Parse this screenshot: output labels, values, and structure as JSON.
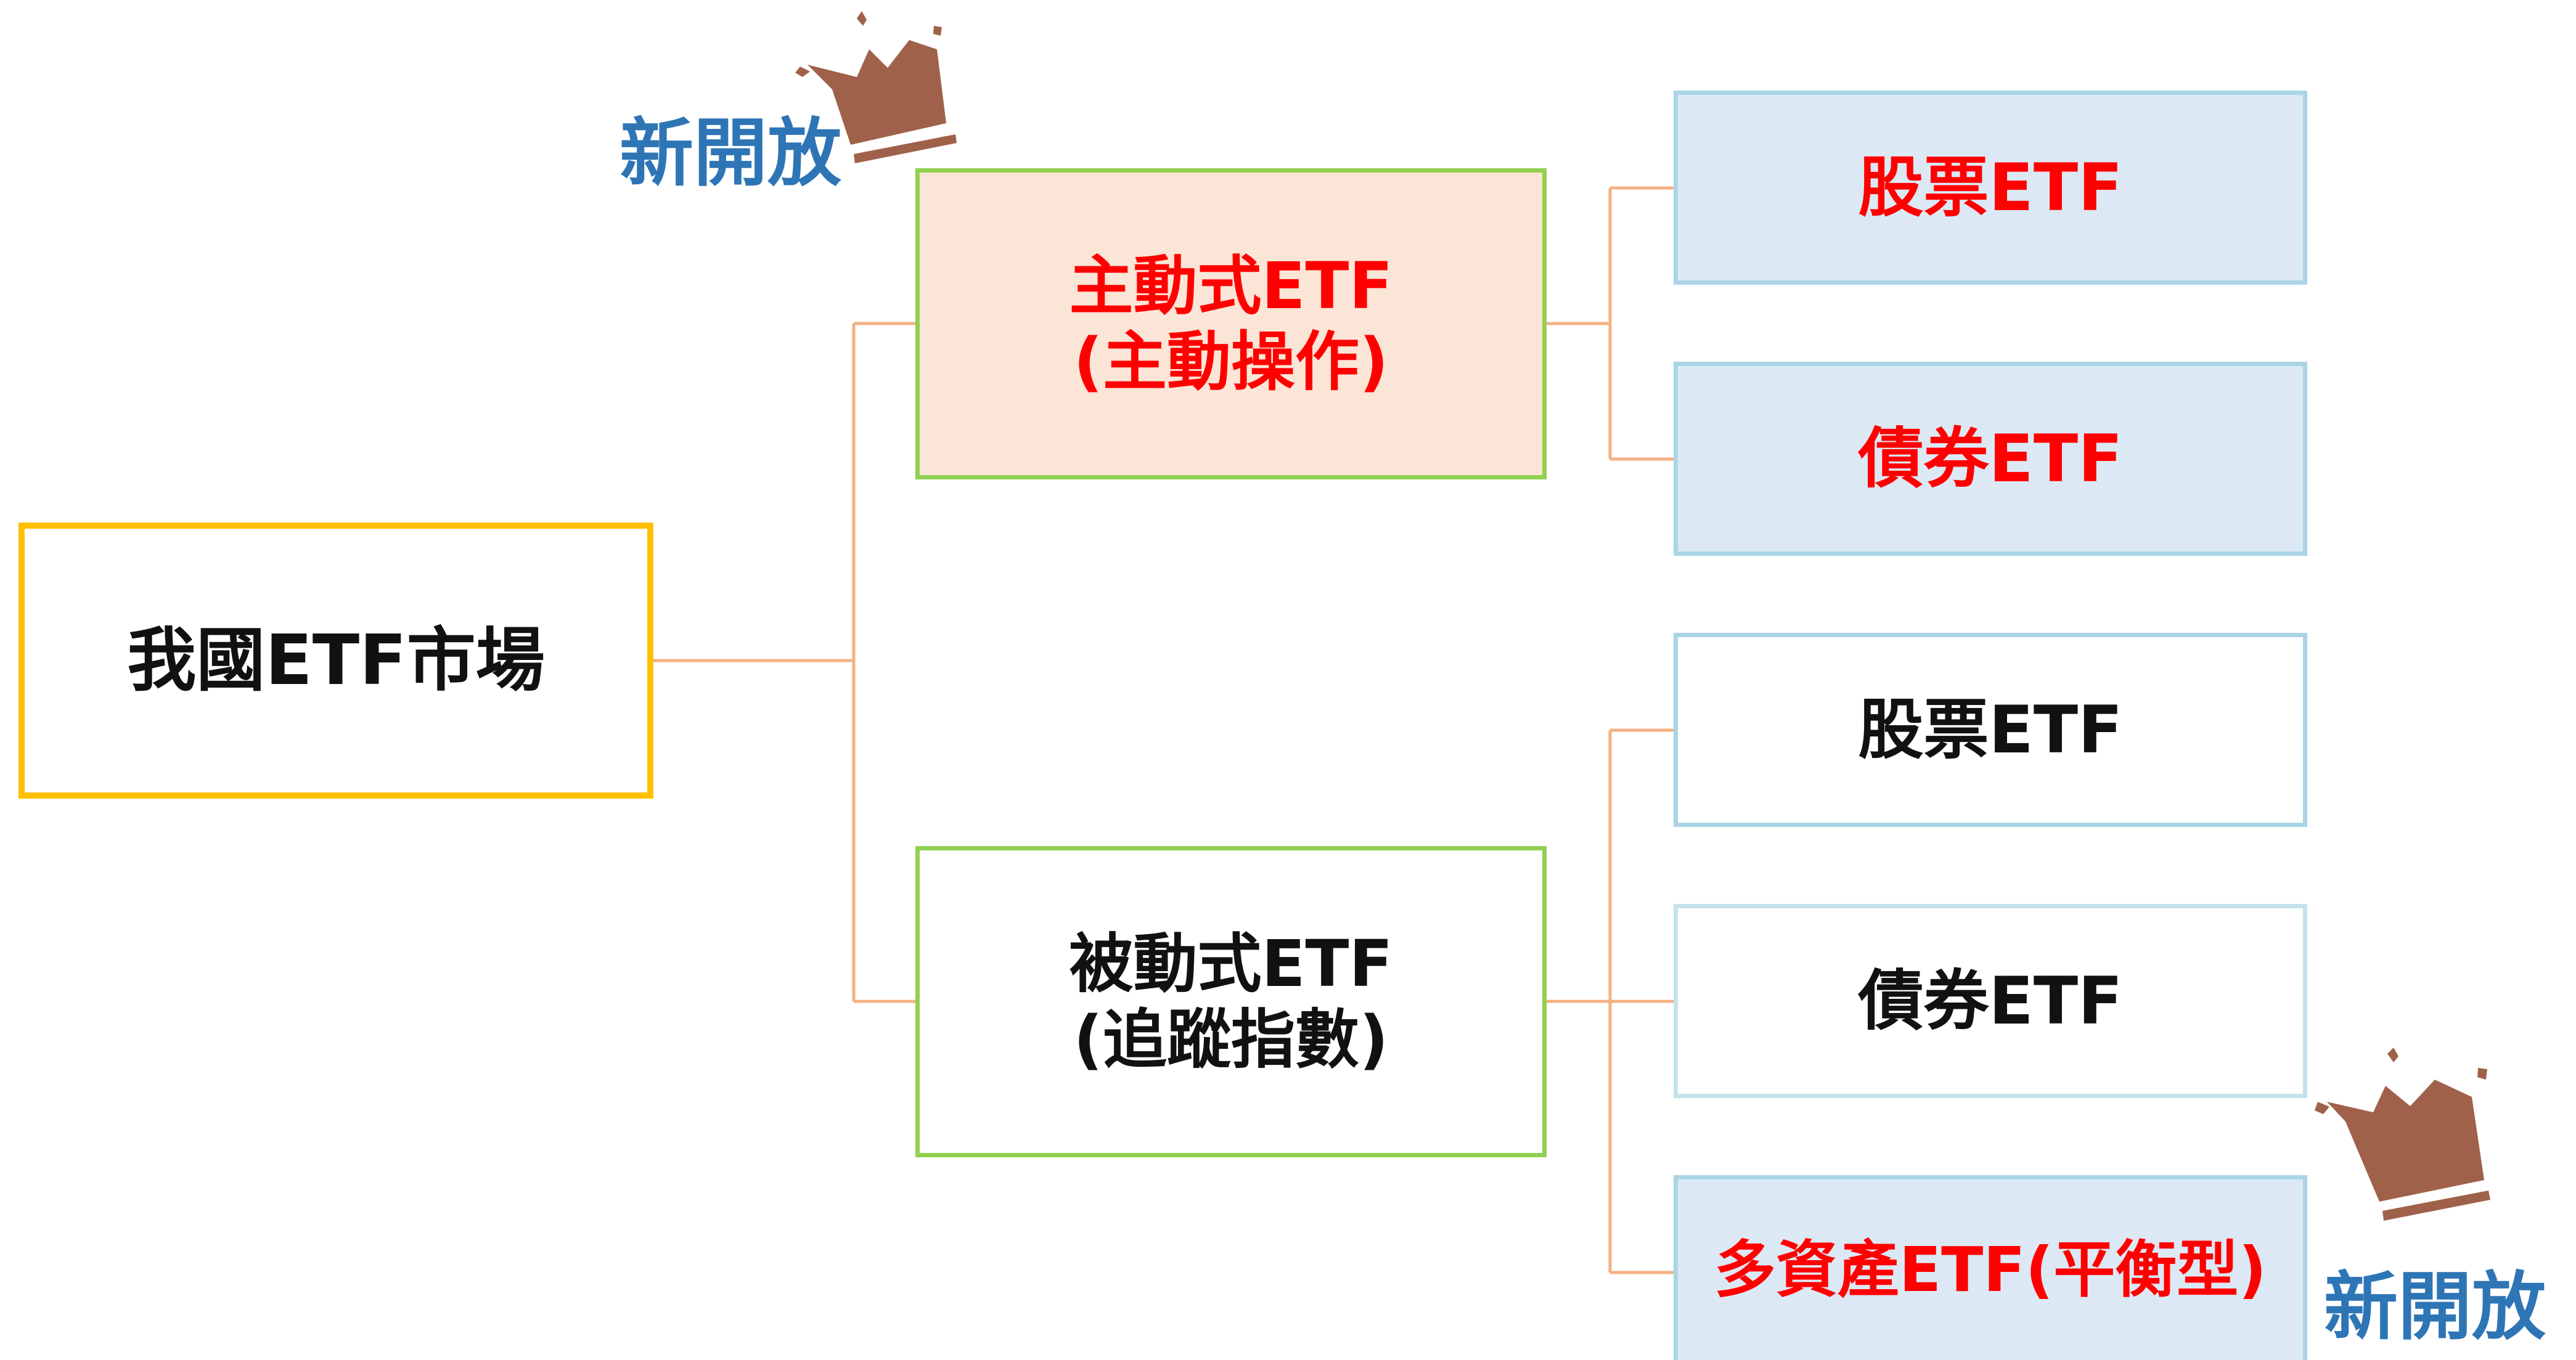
{
  "colors": {
    "root_border": "#ffc000",
    "mid_border": "#92d050",
    "active_fill": "#fbe5d6",
    "leaf_fill_blue": "#dce9f5",
    "leaf_border_blue": "#a9d5e6",
    "connector": "#f4b183",
    "highlight_text": "#ff0000",
    "normal_text": "#111111",
    "new_text": "#2e75b6",
    "crown": "#a0614a"
  },
  "root": {
    "label": "我國ETF市場"
  },
  "active": {
    "label": "主動式ETF\n(主動操作)"
  },
  "passive": {
    "label": "被動式ETF\n(追蹤指數)"
  },
  "active_leaves": [
    {
      "label": "股票ETF"
    },
    {
      "label": "債券ETF"
    }
  ],
  "passive_leaves": [
    {
      "label": "股票ETF"
    },
    {
      "label": "債券ETF"
    },
    {
      "label": "多資產ETF(平衡型)"
    }
  ],
  "badges": [
    {
      "text": "新開放",
      "icon": "crown-icon"
    },
    {
      "text": "新開放",
      "icon": "crown-icon"
    }
  ]
}
